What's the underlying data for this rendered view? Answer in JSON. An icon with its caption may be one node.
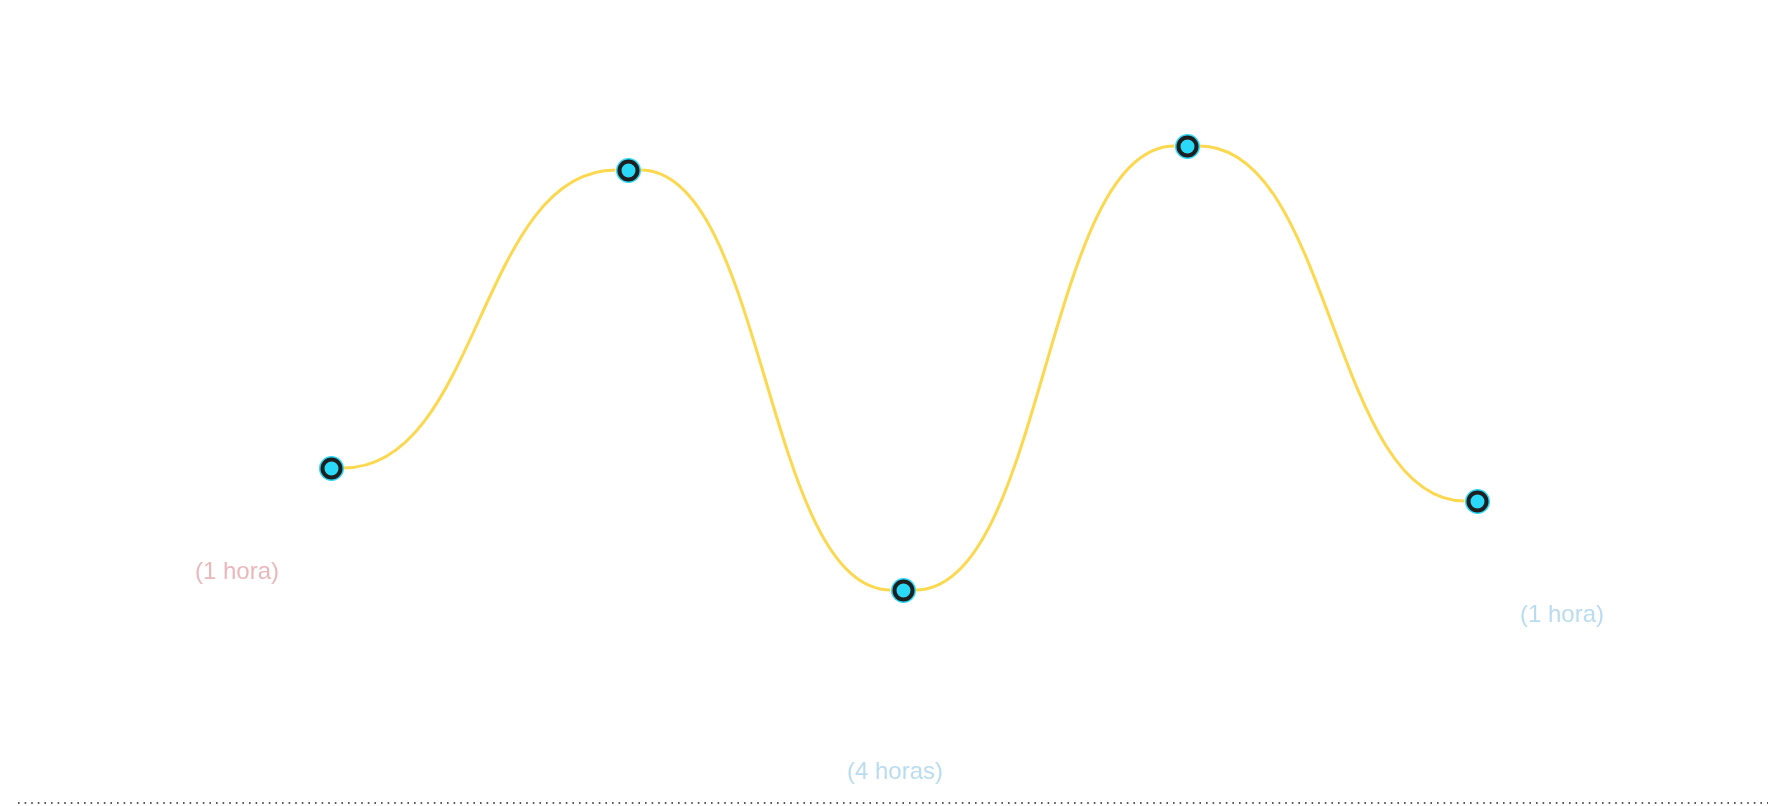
{
  "diagram": {
    "nodes": [
      {
        "text": [],
        "shape": "circle"
      },
      {
        "text": [],
        "shape": "circle"
      },
      {
        "text": [],
        "shape": "circle"
      },
      {
        "text": [],
        "shape": "circle"
      },
      {
        "text": [],
        "shape": "circle"
      }
    ],
    "edges": [
      {
        "from": 0,
        "to": 1,
        "arrow": "none"
      },
      {
        "from": 1,
        "to": 2,
        "arrow": "none"
      },
      {
        "from": 2,
        "to": 3,
        "arrow": "none"
      },
      {
        "from": 3,
        "to": 4,
        "arrow": "none"
      }
    ],
    "labels": [
      "(1 hora)",
      "(1 hora)",
      "(4 horas)"
    ]
  }
}
